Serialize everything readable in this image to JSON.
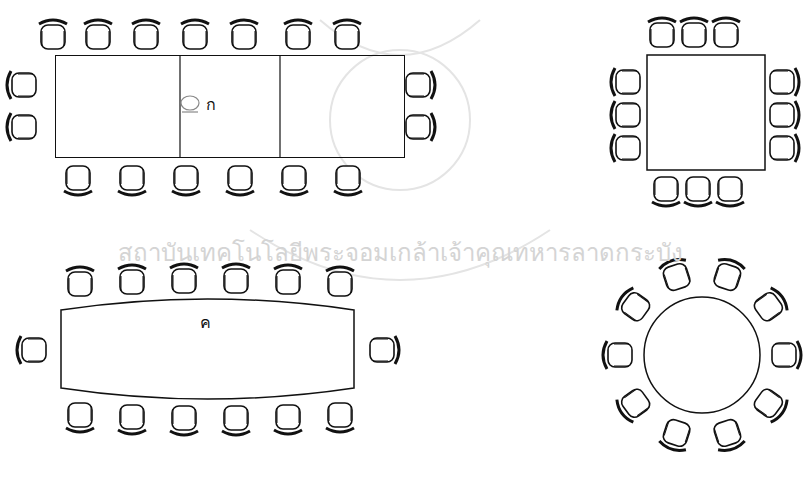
{
  "diagram": {
    "nodes": [
      {
        "text": [
          "ก"
        ]
      },
      {
        "text": [
          "ค"
        ]
      }
    ],
    "labels": [
      "สถาบันเทคโนโลยีพระจอมเกล้าเจ้าคุณทหารลาดกระบัง"
    ]
  }
}
